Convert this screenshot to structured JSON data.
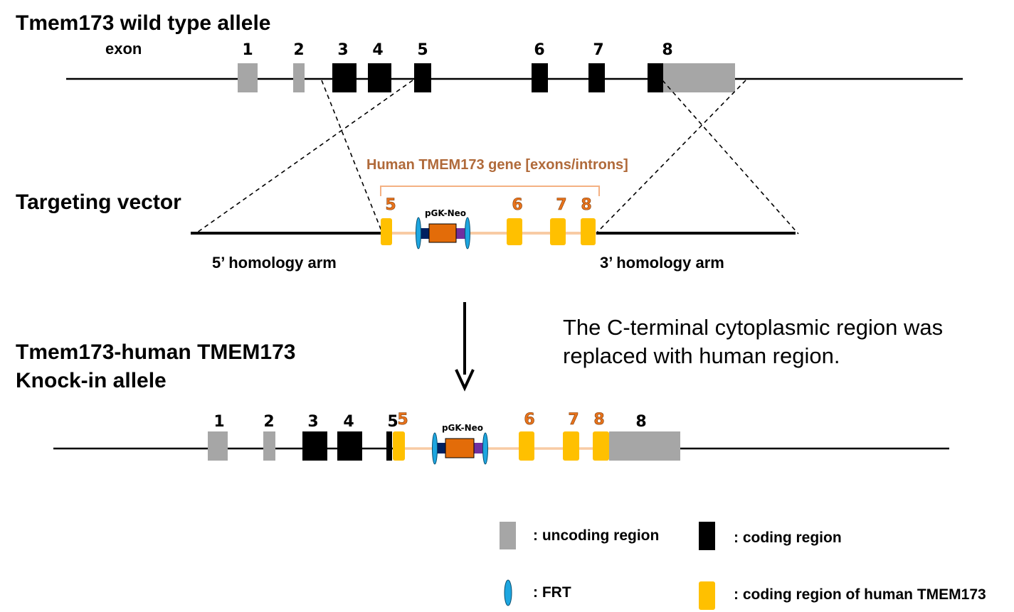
{
  "wild_type": {
    "title": "Tmem173 wild type allele",
    "exon_word": "exon",
    "exon_labels": [
      "1",
      "2",
      "3",
      "4",
      "5",
      "6",
      "7",
      "8"
    ]
  },
  "vector": {
    "title": "Targeting vector",
    "human_gene_label": "Human TMEM173 gene [exons/introns]",
    "exon_labels": [
      "5",
      "6",
      "7",
      "8"
    ],
    "cassette_label": "pGK-Neo",
    "arm_5": "5’ homology arm",
    "arm_3": "3’ homology arm"
  },
  "knock_in": {
    "title_line1": "Tmem173-human TMEM173",
    "title_line2": "Knock-in allele",
    "mouse_exon_labels": [
      "1",
      "2",
      "3",
      "4",
      "5"
    ],
    "human_exon_labels": [
      "5",
      "6",
      "7",
      "8"
    ],
    "utr_exon_label": "8",
    "cassette_label": "pGK-Neo"
  },
  "note": {
    "line1": "The C-terminal cytoplasmic region was",
    "line2": "replaced with human region."
  },
  "legend": {
    "uncoding": ": uncoding region",
    "coding": ": coding region",
    "frt": ": FRT",
    "human_coding": ": coding region of human TMEM173"
  },
  "colors": {
    "uncoding": "#a6a6a6",
    "coding": "#000000",
    "human_exon": "#ffc000",
    "human_intron": "#f8cba4",
    "neo": "#e36c09",
    "frt": "#1da6e0",
    "frt_flank_dark": "#002060",
    "frt_flank_purple": "#7030a0",
    "bracket": "#f4b183"
  }
}
